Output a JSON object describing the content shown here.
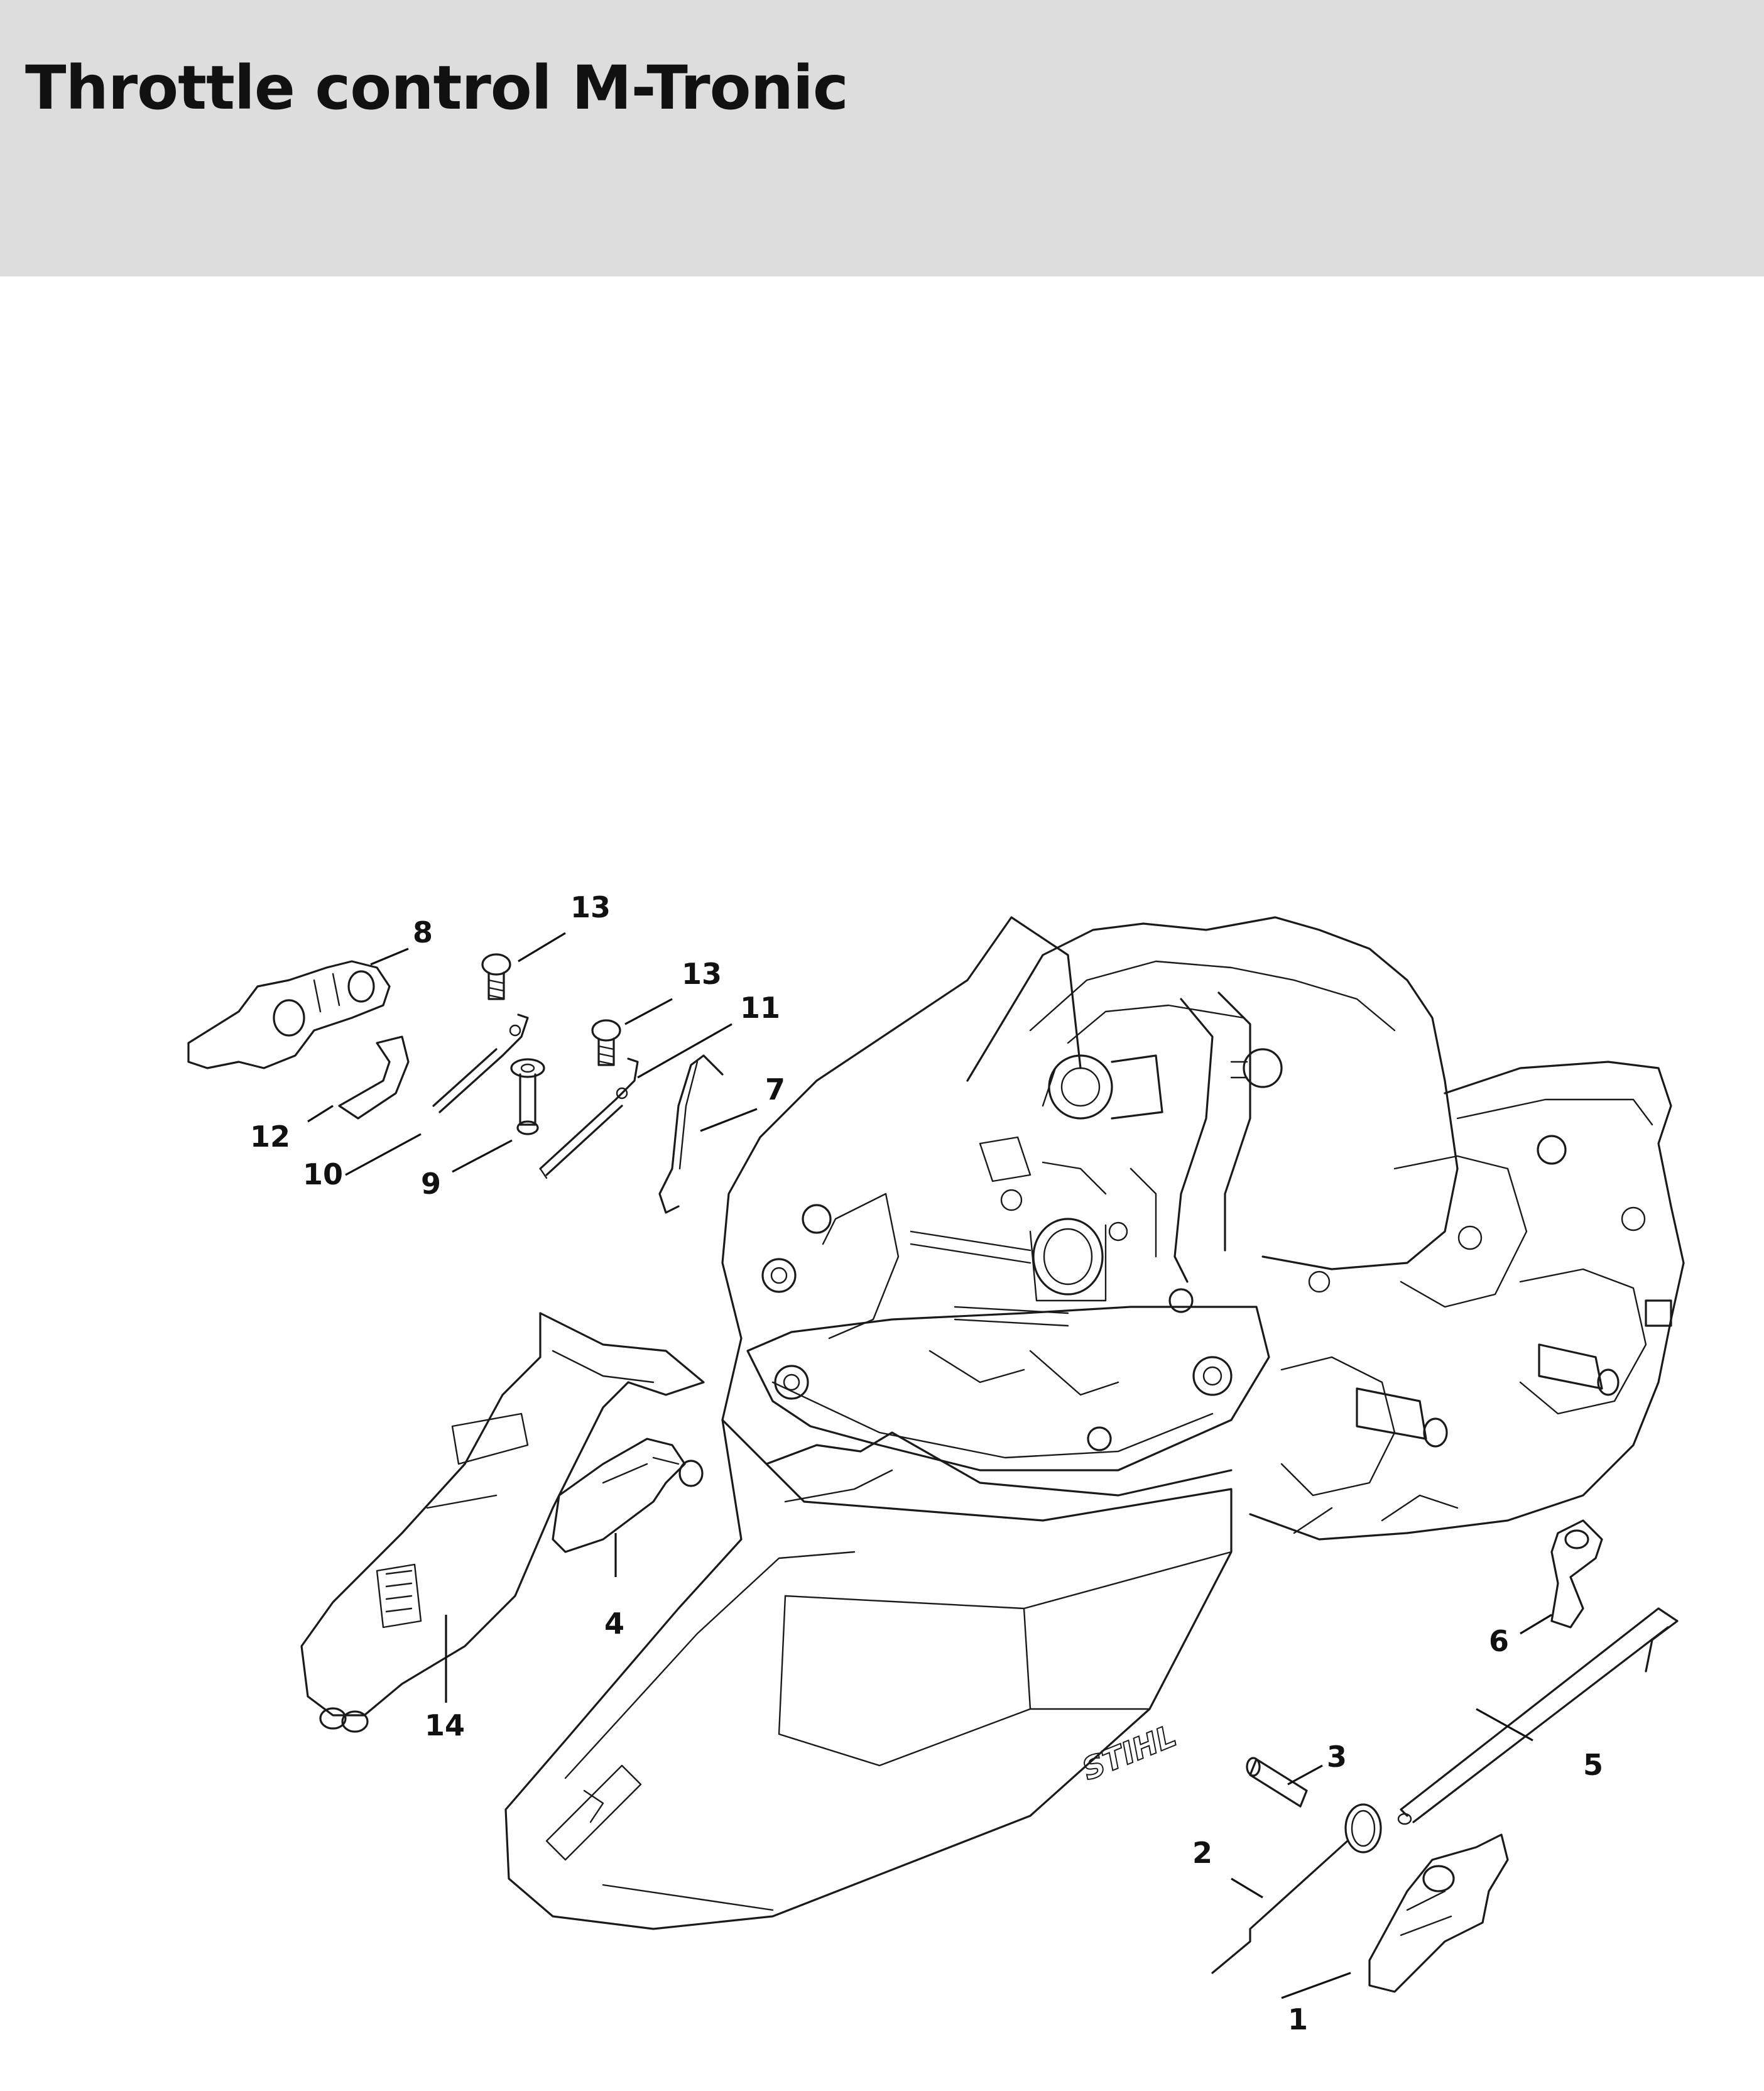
{
  "page": {
    "title": "Throttle control M-Tronic"
  },
  "diagram": {
    "brand_logo": "STIHL",
    "callouts": [
      {
        "number": "1"
      },
      {
        "number": "2"
      },
      {
        "number": "3"
      },
      {
        "number": "4"
      },
      {
        "number": "5"
      },
      {
        "number": "6"
      },
      {
        "number": "7"
      },
      {
        "number": "8"
      },
      {
        "number": "9"
      },
      {
        "number": "10"
      },
      {
        "number": "11"
      },
      {
        "number": "12"
      },
      {
        "number": "13"
      },
      {
        "number": "13"
      },
      {
        "number": "14"
      }
    ]
  }
}
